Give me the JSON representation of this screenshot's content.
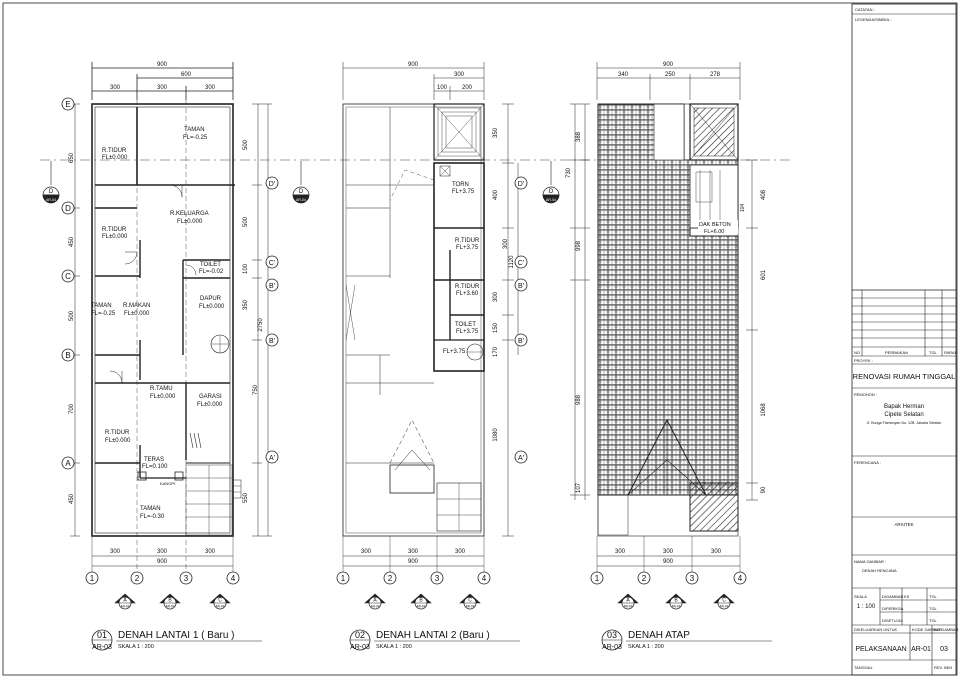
{
  "plan1": {
    "num": "01",
    "ref": "AR-03",
    "title": "DENAH LANTAI 1 ( Baru )",
    "scale": "SKALA  1 : 200",
    "top_total": "900",
    "top_600": "600",
    "top_segs": [
      "300",
      "300",
      "300"
    ],
    "bottom_segs": [
      "300",
      "300",
      "300"
    ],
    "bottom_total": "900",
    "right_dims": [
      "500",
      "500",
      "100",
      "350",
      "750",
      "550"
    ],
    "right_total": "2750",
    "left_dims": [
      "650",
      "450",
      "500",
      "700",
      "450"
    ],
    "grid_cols": [
      "1",
      "2",
      "3",
      "4"
    ],
    "grid_rows": [
      "E",
      "D",
      "C",
      "B",
      "A"
    ],
    "rooms": [
      {
        "name": "TAMAN",
        "level": "FL=-0.25"
      },
      {
        "name": "R.TIDUR",
        "level": "FL±0.000"
      },
      {
        "name": "R.TIDUR",
        "level": "FL±0.000"
      },
      {
        "name": "R.KELUARGA",
        "level": "FL±0.000"
      },
      {
        "name": "TOILET",
        "level": "FL=-0.02"
      },
      {
        "name": "DAPUR",
        "level": "FL±0.000"
      },
      {
        "name": "TAMAN",
        "level": "FL=-0.25"
      },
      {
        "name": "R.MAKAN",
        "level": "FL±0.000"
      },
      {
        "name": "R.TAMU",
        "level": "FL±0.000"
      },
      {
        "name": "GARASI",
        "level": "FL±0.000"
      },
      {
        "name": "R.TIDUR",
        "level": "FL±0.000"
      },
      {
        "name": "TERAS",
        "level": "FL=0.100"
      },
      {
        "name": "TAMAN",
        "level": "FL=-0.30"
      }
    ],
    "small_label": "KANOPI"
  },
  "plan2": {
    "num": "02",
    "ref": "AR-03",
    "title": "DENAH LANTAI 2 (Baru )",
    "scale": "SKALA  1 : 200",
    "top_total": "900",
    "top_300": "300",
    "top_segs": [
      "100",
      "200"
    ],
    "bottom_segs": [
      "300",
      "300",
      "300"
    ],
    "bottom_total": "900",
    "right_dims": [
      "350",
      "400",
      "300",
      "300",
      "150",
      "170",
      "1080"
    ],
    "right_total": "1120",
    "grid_cols": [
      "1",
      "2",
      "3",
      "4"
    ],
    "rooms": [
      {
        "name": "TORN",
        "level": "FL+3.75"
      },
      {
        "name": "R.TIDUR",
        "level": "FL+3.75"
      },
      {
        "name": "R.TIDUR",
        "level": "FL+3.60"
      },
      {
        "name": "TOILET",
        "level": "FL+3.75"
      }
    ],
    "stair_level": "FL+3.75"
  },
  "plan3": {
    "num": "03",
    "ref": "AR-03",
    "title": "DENAH ATAP",
    "scale": "SKALA  1 : 200",
    "top_total": "900",
    "top_segs": [
      "340",
      "250",
      "278"
    ],
    "bottom_segs": [
      "300",
      "300",
      "300"
    ],
    "bottom_total": "900",
    "left_dims": [
      "388",
      "730",
      "998",
      "988",
      "107"
    ],
    "right_dims": [
      "408",
      "601",
      "1068",
      "90"
    ],
    "grid_cols": [
      "1",
      "2",
      "3",
      "4"
    ],
    "dak_label": "DAK BETON",
    "dak_level": "FL+6.00",
    "dak_dim": "104"
  },
  "markers": {
    "section": "D",
    "section_sub": "AR-04",
    "elev": [
      "A",
      "B",
      "C"
    ],
    "elev_sub": "AR-04"
  },
  "mid_labels": {
    "d": "D'",
    "c": "C'",
    "b": "B'",
    "b2": "B'",
    "a": "A'"
  },
  "title_block": {
    "catatan": "CATATAN :",
    "legenda": "LEGENDA/SIMBOL :",
    "rev_cols": [
      "NO",
      "PERBAIKAN",
      "TGL",
      "PARAF"
    ],
    "proyek_label": "PROYEK :",
    "proyek": "RENOVASI RUMAH TINGGAL",
    "pemohon_label": "PEMOHON :",
    "pemohon_name": "Bapak Herman",
    "pemohon_city": "Cipete Selatan",
    "pemohon_addr": "Jl. Bunga Flamboyan No. 12B, Jakarta Selatan",
    "perencana_label": "PERENCANA :",
    "arsitek": "ARSITEK",
    "nama_gambar_label": "NAMA GAMBAR :",
    "nama_gambar": "DENAH RENCANA",
    "skala_label": "SKALA",
    "skala": "1 : 100",
    "digambar": "DIGAMBAR",
    "diperiksa": "DIPERIKSA",
    "disetujui": "DISETUJUI",
    "ks": "KS",
    "tgl": "TGL",
    "diselesaikan": "DIKELUARKAN UNTUK",
    "kode_gambar": "KODE GAMBAR",
    "no_gambar": "NO GAMBAR",
    "pelaksanaan": "PELAKSANAAN",
    "kode": "AR-01",
    "nomor": "03",
    "tanggal": "TANGGAL",
    "rev": "REV. BEH"
  }
}
